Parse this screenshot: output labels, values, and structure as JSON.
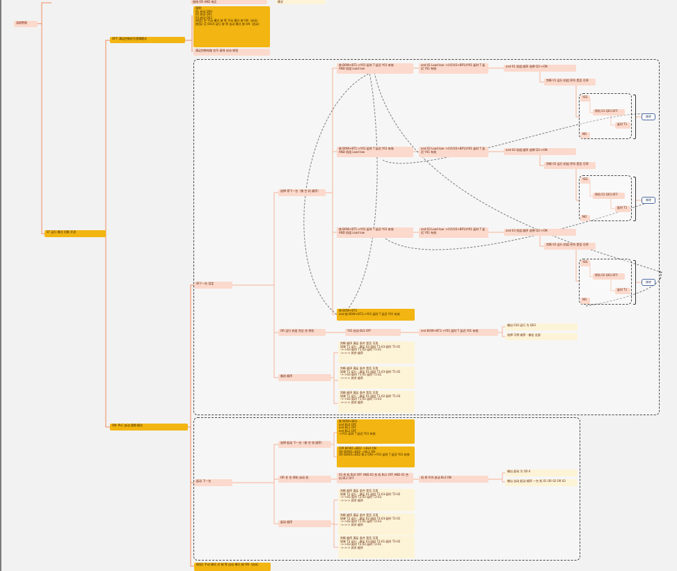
{
  "colors": {
    "gold": "#f2b511",
    "pink": "#fbd9cc",
    "cream": "#fdf4d8",
    "wire": "#f08a5d",
    "dash": "#333333"
  },
  "nodes": {
    "root": "温度数据",
    "top_a": "接线 OR AND 电压",
    "top_b": "模式",
    "mode_off": "OFF: 满足控制信号逻辑模式",
    "off_detail": "规则:\n01 启动 Q00\n02 启动 Q01\n03 启动 Q02\n按钮1 空 手动 模式 按 等 手动 模式 按 ON（启动）\n按钮2 至 0010 运行 按 等 自动 模式 按 ON（启动）",
    "off_note": "满足控制电路 信号 接线 启动 按钮",
    "mode_st": "ST 运行 模式 切换 开关",
    "group1": "停下一台 设定",
    "choose_next": "选择 停下一台（按 空 机 顺序）",
    "cond1": "按 BOW+BT1->Y01 延时 T 延迟 Y01 有效\nAND 机组 Load low",
    "cond2": "按 BOW+BT1->Y01 延时 T 延迟 Y01 有效\nAND 机组 Load low",
    "cond3": "按 BOW+BT1->Y01 延时 T 延迟 Y01 有效\nAND 机组 Load low",
    "cond4": "按 BOW+BT2\nand 按 BOW+BT3->Y01 延时 T 延迟 Y01 有效",
    "act1": "and 01 Load low ->(V1/V2+BP1)/Y01 延时 T 延迟 Y01 有效",
    "act2": "and 02 Load low ->(V1/V2+BP1)/Y01 延时 T 延迟 Y01 有效",
    "act3": "and 03 Load low ->(V1/V2+BP1)/Y01 延时 T 延迟 Y01 有效",
    "res1": "and 01 机组 顺序 选择 Q3->ON",
    "res2": "and 02 机组 顺序 选择 Q3->ON",
    "res3": "and 03 机组 顺序 选择 Q3->ON",
    "judge1": "判断 01 运行 机组 序列 是否 可停",
    "judge2": "判断 02 运行 机组 序列 是否 可停",
    "judge3": "判断 03 运行 机组 序列 是否 可停",
    "yes": "YES",
    "no": "NO",
    "stop1": "停机 01 Q03 OFF",
    "stop2": "停机 01 Q03 OFF",
    "stop3": "停机 02 Q03 OFF",
    "relay": "延时 T1",
    "tag": "移除",
    "or_running": "OR 运行 机组 完全 合 停机",
    "y01_start": "Y01 启动     BLS   OFF",
    "and_cond": "and BOW+BT1->Y01 延时 T 延迟 Y01 有效",
    "out1": "输出 010 运行 为  Q03",
    "out2": "选择 可停 顺序 - 输出 全部",
    "standby": "备机 顺序",
    "cream1": "判断 顺序 满足 条件 是否 可用\n如果 T1 运行 - 满足 02-延时 T1-03-延时 T1-01\n->->03-延时 T1-02-延时 T1-01\n->->-> 其余 顺序",
    "cream2": "判断 顺序 满足 条件 是否 可用\n如果 T1 运行 - 满足 01-延时 T1-03-延时 T1-02\n->->03-延时 T1-01-延时 T1-02\n->->-> 其余 顺序",
    "cream3": "判断 顺序 满足 条件 是否 可用\n如果 T1 运行 - 满足 01-延时 T1-02-延时 T1-03\n->->02-延时 T1-01-延时 T1-03\n->->-> 其余 顺序",
    "mode_on": "ON: PLC 自动 逻辑 模式",
    "group2": "起动 下一台",
    "choose_start": "选择 起动 下一台（按 空 机 顺序）",
    "on_gold1": "按 BOW+BD1\nand BL0 OFF\nand BL1 OFF\nand BL2 OFF\n->Y01 延时 T 延迟 Y01 有效",
    "on_gold2": "(OR BOW1=BD2 ->BL0 ON\n OR BOW2=BD2 ->BL1 ON\n OR BOW3=BD2 BL2 ON)->Y01 延时 T 延迟 Y01 有效",
    "or_start": "OR 任 合 停机 启动 机",
    "on_cond": "03 合 机 BL0 OFF  AND  02 合 机 BL1  OFF  AND 01 合 机 BL2  OFF",
    "on_act": "机 停 010 启动     BL3   ON",
    "on_out1": "输出 起动 为 Q0.4",
    "on_out2": "输出 自动 起动 顺序 一台 机 01 OR 02 OR 03",
    "start_order": "起动 顺序",
    "cream4": "判断 顺序 满足 条件 是否 可用\n如果 T2 运行 - 满足 01-延时 T2-03-延时 T2-02\n->->01-延时 T2-02-延时 T2-03\n->->-> 其余 顺序",
    "cream5": "判断 顺序 满足 条件 是否 可用\n如果 T2 运行 - 满足 02-延时 T2-03-延时 T2-01\n->->02-延时 T2-01-延时 T2-03\n->->-> 其余 顺序",
    "cream6": "判断 顺序 满足 条件 是否 可用\n如果 T2 运行 - 满足 03-延时 T2-01-延时 T2-02\n->->03-延时 T2-02-延时 T2-01\n->->-> 其余 顺序",
    "bottom": "按钮1 手动 模式 对 按 等 自动 模式 按 ON（启动）"
  }
}
